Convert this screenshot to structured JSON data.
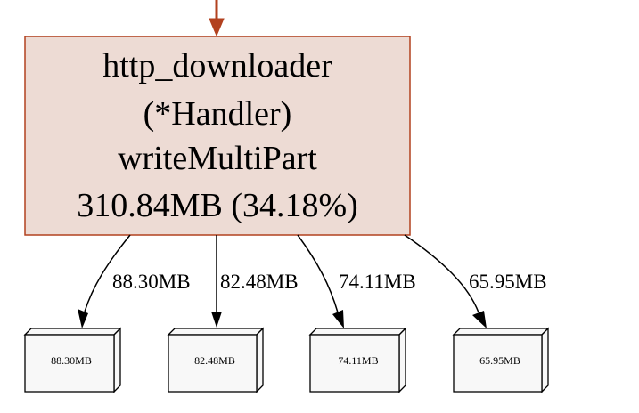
{
  "main_node": {
    "lines": [
      "http_downloader",
      "(*Handler)",
      "writeMultiPart",
      "310.84MB (34.18%)"
    ],
    "fill": "#eddbd4",
    "border": "#b2411f"
  },
  "incoming_edge": {
    "color": "#b2411f"
  },
  "edges": [
    {
      "label": "88.30MB"
    },
    {
      "label": "82.48MB"
    },
    {
      "label": "74.11MB"
    },
    {
      "label": "65.95MB"
    }
  ],
  "child_nodes": [
    {
      "label": "88.30MB"
    },
    {
      "label": "82.48MB"
    },
    {
      "label": "74.11MB"
    },
    {
      "label": "65.95MB"
    }
  ],
  "colors": {
    "edge": "#000000",
    "box_fill": "#f8f8f8",
    "box_border": "#000000"
  }
}
